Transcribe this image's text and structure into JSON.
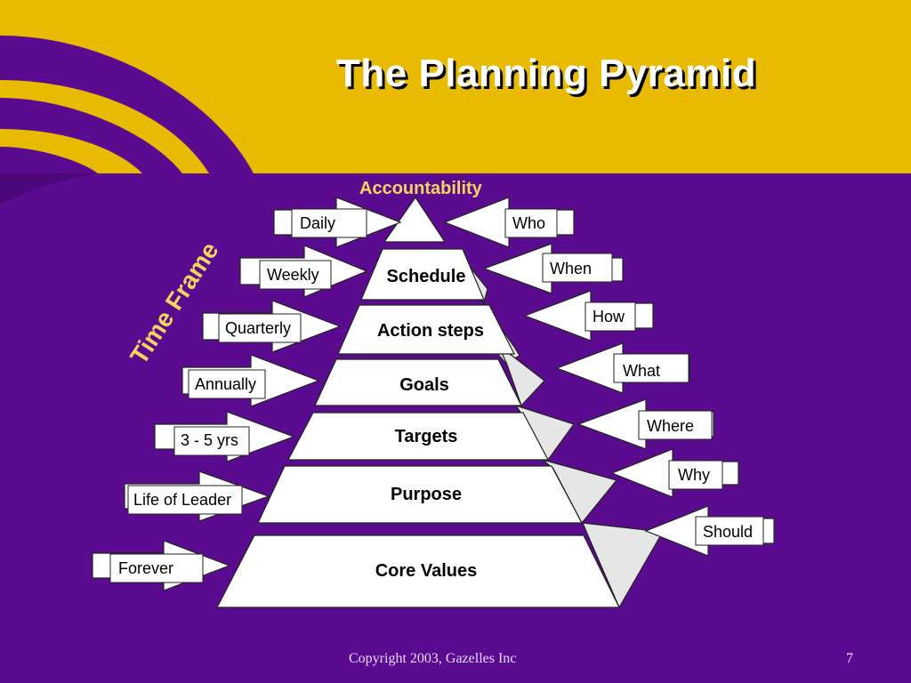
{
  "title": "The Planning Pyramid",
  "accountability_label": "Accountability",
  "time_frame_label": "Time Frame",
  "pyramid_layers": [
    "Schedule",
    "Action steps",
    "Goals",
    "Targets",
    "Purpose",
    "Core Values"
  ],
  "left_tags": [
    "Daily",
    "Weekly",
    "Quarterly",
    "Annually",
    "3 - 5 yrs",
    "Life of Leader",
    "Forever"
  ],
  "right_tags": [
    "Who",
    "When",
    "How",
    "What",
    "Where",
    "Why",
    "Should"
  ],
  "footer": {
    "copyright": "Copyright 2003, Gazelles Inc",
    "page_number": "7"
  },
  "colors": {
    "background": "#5b0b8f",
    "banner": "#e8ba00",
    "accent_text": "#f2d65e"
  }
}
